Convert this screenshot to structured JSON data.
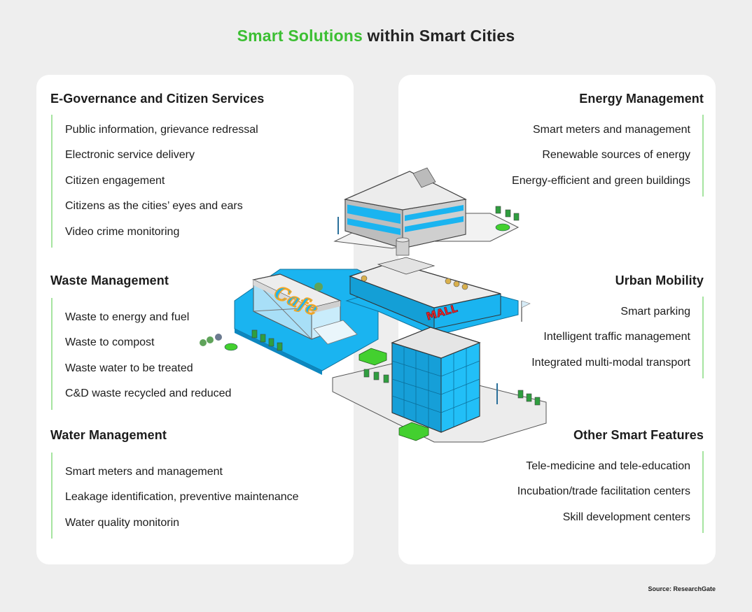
{
  "title": {
    "accent": "Smart Solutions",
    "rest": " within Smart Cities",
    "accent_color": "#3cbf33"
  },
  "left_card": {
    "sections": [
      {
        "heading": "E-Governance and Citizen Services",
        "items": [
          "Public information, grievance redressal",
          "Electronic service delivery",
          "Citizen engagement",
          "Citizens as the cities’ eyes and ears",
          "Video crime monitoring"
        ]
      },
      {
        "heading": "Waste Management",
        "items": [
          "Waste to energy and fuel",
          "Waste to compost",
          "Waste water to be treated",
          "C&D waste recycled and reduced"
        ]
      },
      {
        "heading": "Water Management",
        "items": [
          "Smart meters and management",
          "Leakage identification, preventive maintenance",
          "Water quality monitorin"
        ]
      }
    ]
  },
  "right_card": {
    "sections": [
      {
        "heading": "Energy Management",
        "items": [
          "Smart meters and management",
          "Renewable sources of energy",
          "Energy-efficient and green buildings"
        ]
      },
      {
        "heading": "Urban Mobility",
        "items": [
          "Smart parking",
          "Intelligent traffic management",
          "Integrated multi-modal transport"
        ]
      },
      {
        "heading": "Other Smart Features",
        "items": [
          "Tele-medicine and tele-education",
          "Incubation/trade facilitation centers",
          "Skill development centers"
        ]
      }
    ]
  },
  "illustration": {
    "signs": [
      "Cafe",
      "MALL"
    ],
    "colors": {
      "glass": "#1ab4f0",
      "roof": "#e9e9e9",
      "car": "#43d02f",
      "sign_cafe": "#f5a623",
      "sign_mall": "#e0262b"
    }
  },
  "source": "Source: ResearchGate"
}
